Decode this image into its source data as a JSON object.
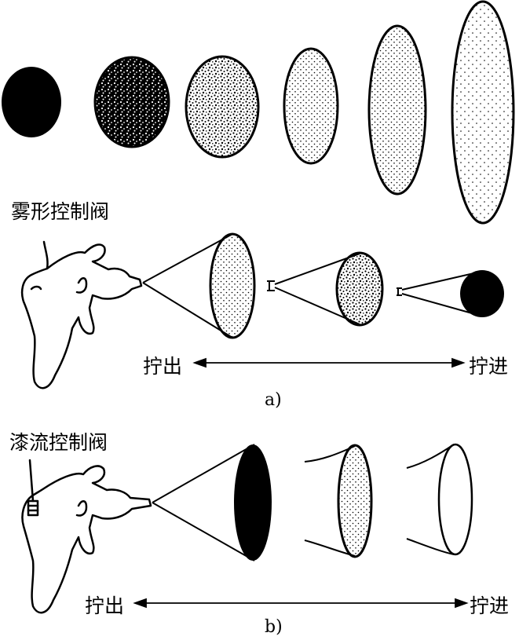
{
  "part_a": {
    "valve_label": "雾形控制阀",
    "left_label": "拧出",
    "right_label": "拧进",
    "caption": "a)"
  },
  "part_b": {
    "valve_label": "漆流控制阀",
    "left_label": "拧出",
    "right_label": "拧进",
    "caption": "b)"
  },
  "colors": {
    "ink": "#000000",
    "paper": "#ffffff"
  }
}
